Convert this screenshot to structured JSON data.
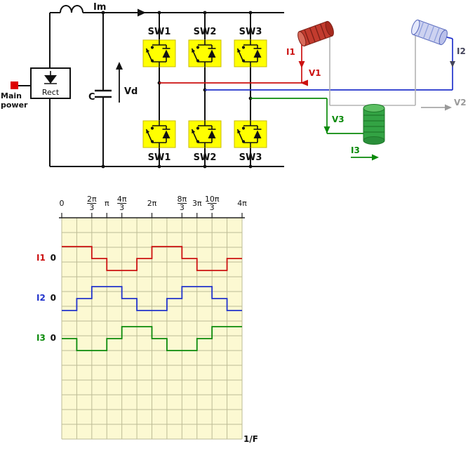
{
  "circuit": {
    "labels": {
      "im": "Im",
      "main_power": "Main power",
      "rect": "Rect",
      "c": "C",
      "vd": "Vd",
      "sw_top": [
        "SW1",
        "SW2",
        "SW3"
      ],
      "sw_bottom": [
        "SW1",
        "SW2",
        "SW3"
      ],
      "i1": "I1",
      "i2": "I2",
      "i3": "I3",
      "v1": "V1",
      "v2": "V2",
      "v3": "V3"
    },
    "colors": {
      "phase1": "#cc1111",
      "phase2": "#2233cc",
      "phase3": "#0a8a0a",
      "i2_text": "#44445a",
      "v2_text": "#9a9a9a",
      "neutral_wire": "#b3b3b3",
      "switch_fill": "#ffff00",
      "main_power_square": "#dd0000",
      "coil_red": "#c23b2e",
      "coil_blue": "#cdd2f0",
      "coil_green": "#33a344"
    }
  },
  "chart_data": {
    "type": "line",
    "subtype": "three-phase six-step inverter output currents (quasi-square waves)",
    "x_axis": {
      "unit": "pi/3 radians per step",
      "range_units": [
        0,
        12
      ],
      "label": "1/F",
      "ticks": [
        {
          "u": 0,
          "label": "0"
        },
        {
          "u": 2,
          "label": "2π/3"
        },
        {
          "u": 3,
          "label": "π"
        },
        {
          "u": 4,
          "label": "4π/3"
        },
        {
          "u": 6,
          "label": "2π"
        },
        {
          "u": 8,
          "label": "8π/3"
        },
        {
          "u": 9,
          "label": "3π"
        },
        {
          "u": 10,
          "label": "10π/3"
        },
        {
          "u": 12,
          "label": "4π"
        }
      ]
    },
    "grid": true,
    "plot_bg": "#fcf9d2",
    "grid_color": "#bdbc95",
    "series": [
      {
        "name": "I1",
        "color": "#cc1111",
        "zero_label": "0",
        "steps": [
          [
            0,
            2,
            1
          ],
          [
            2,
            3,
            0
          ],
          [
            3,
            5,
            -1
          ],
          [
            5,
            6,
            0
          ],
          [
            6,
            8,
            1
          ],
          [
            8,
            9,
            0
          ],
          [
            9,
            11,
            -1
          ],
          [
            11,
            12,
            0
          ]
        ]
      },
      {
        "name": "I2",
        "color": "#2233cc",
        "zero_label": "0",
        "steps": [
          [
            0,
            1,
            -1
          ],
          [
            1,
            2,
            0
          ],
          [
            2,
            4,
            1
          ],
          [
            4,
            5,
            0
          ],
          [
            5,
            7,
            -1
          ],
          [
            7,
            8,
            0
          ],
          [
            8,
            10,
            1
          ],
          [
            10,
            11,
            0
          ],
          [
            11,
            12,
            -1
          ]
        ]
      },
      {
        "name": "I3",
        "color": "#0a8a0a",
        "zero_label": "0",
        "steps": [
          [
            0,
            1,
            0
          ],
          [
            1,
            3,
            -1
          ],
          [
            3,
            4,
            0
          ],
          [
            4,
            6,
            1
          ],
          [
            6,
            7,
            0
          ],
          [
            7,
            9,
            -1
          ],
          [
            9,
            10,
            0
          ],
          [
            10,
            12,
            1
          ]
        ]
      }
    ]
  }
}
